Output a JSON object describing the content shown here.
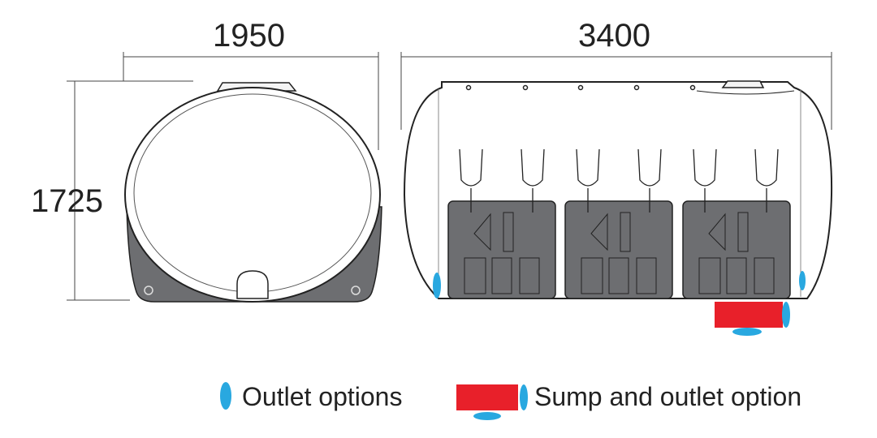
{
  "dimensions": {
    "width": "1950",
    "length": "3400",
    "height": "1725"
  },
  "legend": {
    "outlet_label": "Outlet options",
    "sump_label": "Sump and outlet option"
  },
  "colors": {
    "outlet": "#29a8e0",
    "sump": "#e8202a",
    "tank_body": "#6d6e71",
    "outline": "#222222"
  }
}
